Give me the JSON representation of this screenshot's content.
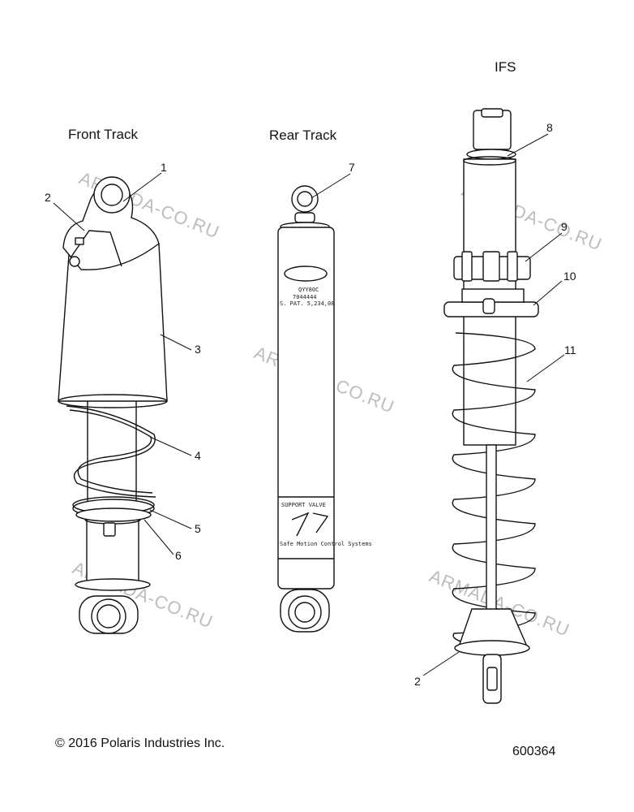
{
  "titles": {
    "front_track": "Front Track",
    "rear_track": "Rear Track",
    "ifs": "IFS"
  },
  "callouts": {
    "c1": "1",
    "c2": "2",
    "c3": "3",
    "c4": "4",
    "c5": "5",
    "c6": "6",
    "c7": "7",
    "c8": "8",
    "c9": "9",
    "c10": "10",
    "c11": "11",
    "c2b": "2"
  },
  "watermark": "ARMADA-CO.RU",
  "rear_shock_label": {
    "line1": "QYY80C",
    "line2": "7044444",
    "line3": "S. PAT. 5,234,08",
    "line4": "SUPPORT VALVE",
    "line5": "Safe Motion Control Systems"
  },
  "footer": {
    "copyright": "© 2016 Polaris Industries Inc.",
    "part_number": "600364"
  }
}
